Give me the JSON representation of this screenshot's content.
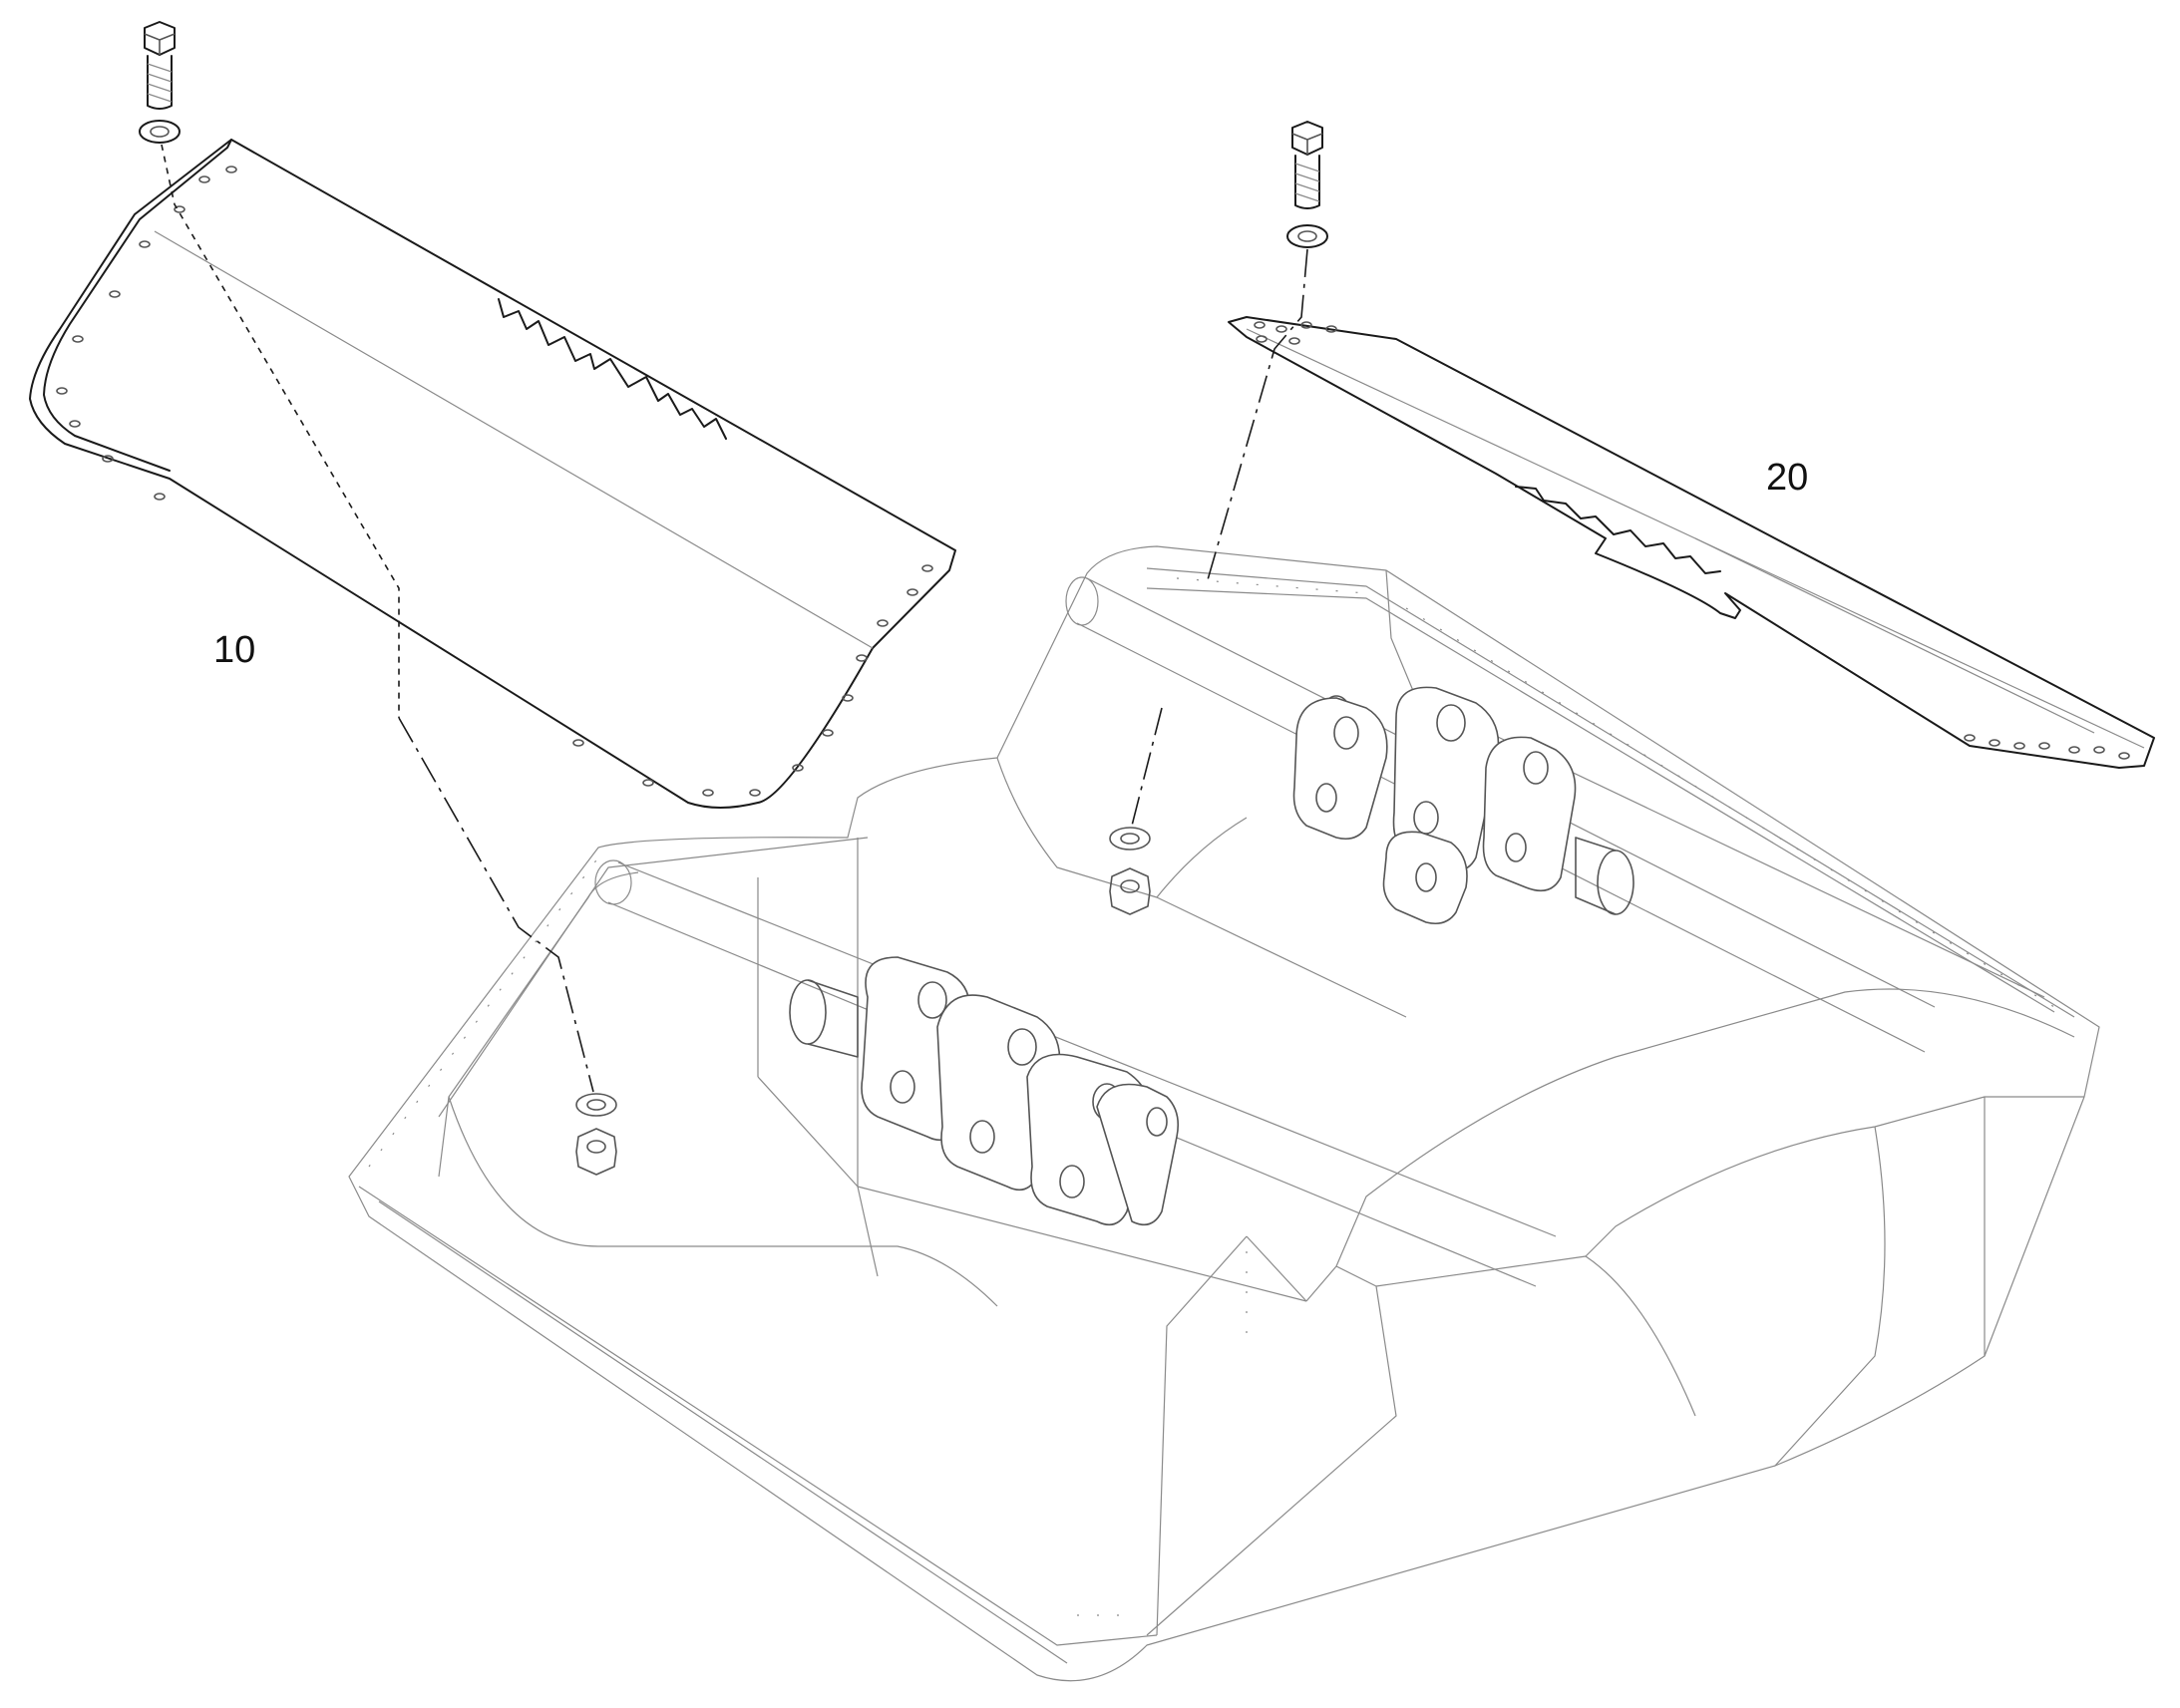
{
  "callouts": [
    {
      "id": "10",
      "label": "10"
    },
    {
      "id": "20",
      "label": "20"
    }
  ],
  "colors": {
    "line": "#1a1a1a",
    "thin": "#8a8a8a",
    "background": "#ffffff"
  }
}
